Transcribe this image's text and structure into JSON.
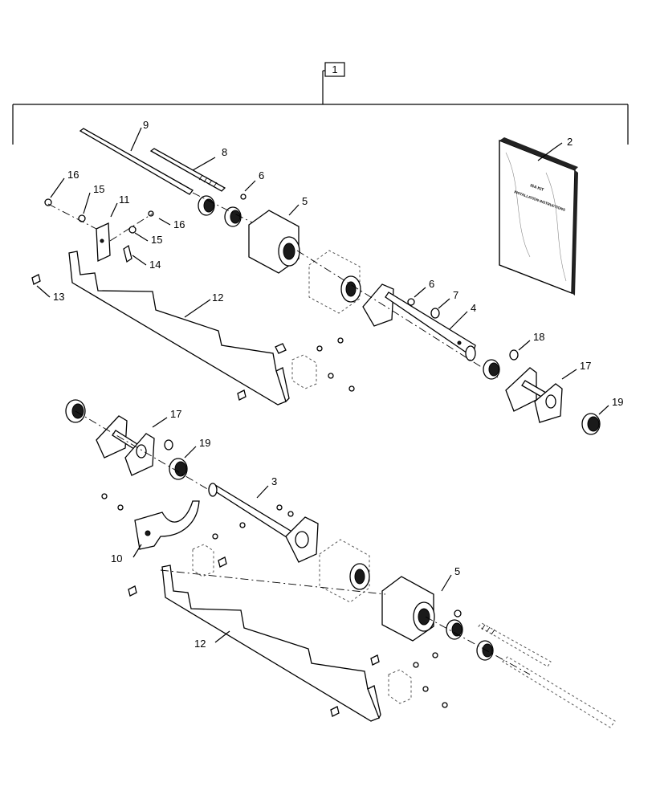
{
  "callouts": {
    "c1": "1",
    "c2": "2",
    "c3": "3",
    "c4": "4",
    "c5a": "5",
    "c5b": "5",
    "c6a": "6",
    "c6b": "6",
    "c7": "7",
    "c8": "8",
    "c9": "9",
    "c10": "10",
    "c11": "11",
    "c12a": "12",
    "c12b": "12",
    "c13": "13",
    "c14": "14",
    "c15a": "15",
    "c15b": "15",
    "c16a": "16",
    "c16b": "16",
    "c17a": "17",
    "c17b": "17",
    "c18": "18",
    "c19a": "19",
    "c19b": "19"
  },
  "manual_cover_text": {
    "line1": "ISA KIT",
    "line2": "INSTALLATION INSTRUCTIONS"
  }
}
